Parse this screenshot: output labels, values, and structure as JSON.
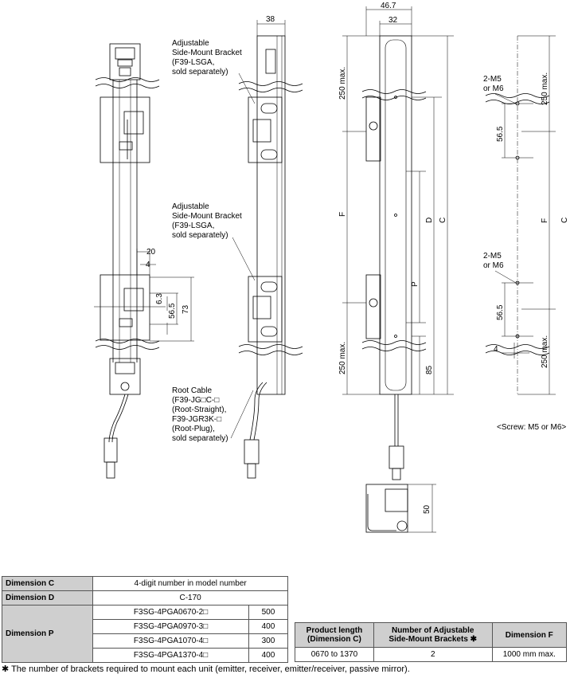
{
  "labels": {
    "bracket_a": [
      "Adjustable",
      "Side-Mount Bracket",
      "(F39-LSGA,",
      "sold separately)"
    ],
    "bracket_b": [
      "Adjustable",
      "Side-Mount Bracket",
      "(F39-LSGA,",
      "sold separately)"
    ],
    "root_cable": [
      "Root Cable",
      "(F39-JG□C-□",
      "(Root-Straight),",
      "F39-JGR3K-□",
      "(Root-Plug),",
      "sold separately)"
    ],
    "screw_top": [
      "2-M5",
      "or M6"
    ],
    "screw_bottom": [
      "2-M5",
      "or M6"
    ],
    "screw_note": "<Screw: M5 or M6>"
  },
  "dims": {
    "d20": "20",
    "d4": "4",
    "d6_3": "6.3",
    "d56_5": "56.5",
    "d73": "73",
    "d38": "38",
    "d46_7": "46.7",
    "d32": "32",
    "d250_top": "250 max.",
    "d250_bottom": "250 max.",
    "F": "F",
    "D": "D",
    "C": "C",
    "P": "P",
    "d85": "85",
    "r250_top": "250 max.",
    "r56_5_top": "56.5",
    "rF": "F",
    "rC": "C",
    "r56_5_bot": "56.5",
    "r4": "4",
    "r250_bot": "250 max.",
    "d50": "50"
  },
  "table1": {
    "dimC_label": "Dimension C",
    "dimC_value": "4-digit number in model number",
    "dimD_label": "Dimension D",
    "dimD_value": "C-170",
    "dimP_label": "Dimension P",
    "rows": [
      {
        "model": "F3SG-4PGA0670-2□",
        "value": "500"
      },
      {
        "model": "F3SG-4PGA0970-3□",
        "value": "400"
      },
      {
        "model": "F3SG-4PGA1070-4□",
        "value": "300"
      },
      {
        "model": "F3SG-4PGA1370-4□",
        "value": "400"
      }
    ]
  },
  "table2": {
    "h1a": "Product length",
    "h1b": "(Dimension C)",
    "h2a": "Number of Adjustable",
    "h2b": "Side-Mount Brackets ✱",
    "h3": "Dimension F",
    "c1": "0670 to 1370",
    "c2": "2",
    "c3": "1000 mm max."
  },
  "footnote": "✱ The number of brackets required to mount each unit (emitter, receiver, emitter/receiver, passive mirror)."
}
